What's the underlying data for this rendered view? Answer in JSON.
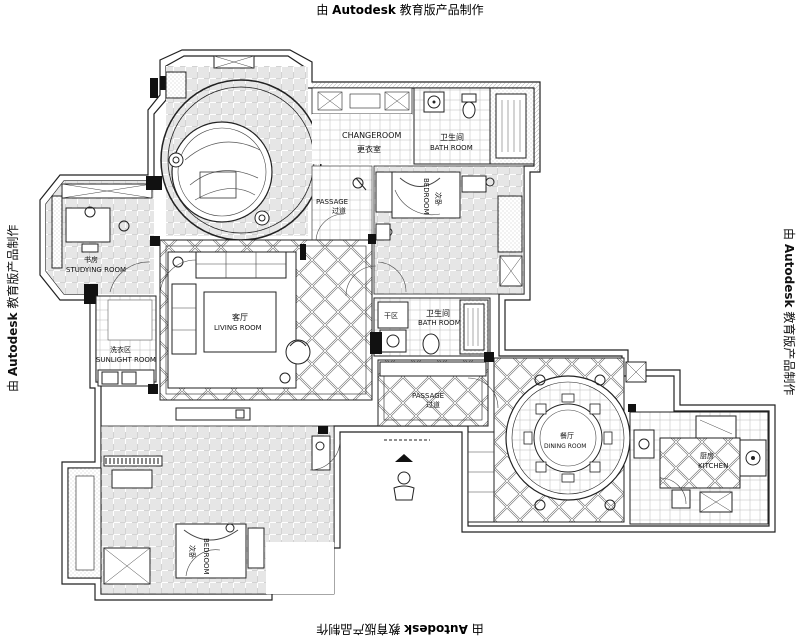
{
  "watermark": {
    "prefix": "由",
    "brand": "Autodesk",
    "suffix": "教育版产品制作"
  },
  "rooms": {
    "changeroom": {
      "en": "CHANGEROOM",
      "cn": "更衣室"
    },
    "bath_top": {
      "cn": "卫生间",
      "en": "BATH ROOM"
    },
    "bedroom_top": {
      "en": "BEDROOM",
      "cn": "次卧"
    },
    "passage_top": {
      "en": "PASSAGE",
      "cn": "过道"
    },
    "study": {
      "cn": "书房",
      "en": "STUDYING ROOM"
    },
    "living": {
      "cn": "客厅",
      "en": "LIVING ROOM"
    },
    "bath_mid": {
      "cn": "卫生间",
      "en": "BATH ROOM",
      "dry": "干区"
    },
    "sunlight": {
      "cn": "洗衣区",
      "en": "SUNLIGHT ROOM"
    },
    "passage_mid": {
      "en": "PASSAGE",
      "cn": "过道"
    },
    "dining": {
      "cn": "餐厅",
      "en": "DINING ROOM"
    },
    "kitchen": {
      "cn": "厨房",
      "en": "KITCHEN"
    },
    "bedroom_bottom": {
      "en": "BEDROOM",
      "cn": "次卧"
    }
  }
}
